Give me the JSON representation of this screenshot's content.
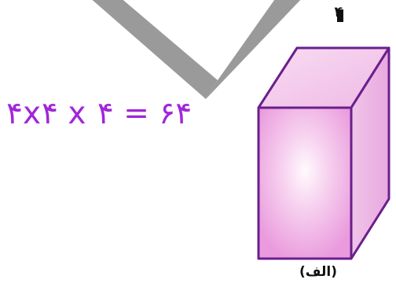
{
  "equation": {
    "text": "۴x۴ x ۴ = ۶۴",
    "color": "#a126d8"
  },
  "cube_figure": {
    "top_edge_label": "۴",
    "caption": "(الف)",
    "fill_color": "#f3b6ea",
    "edge_color": "#6a1f8c"
  },
  "overlay": {
    "shape": "check-mark",
    "color": "#9a9a9a"
  }
}
